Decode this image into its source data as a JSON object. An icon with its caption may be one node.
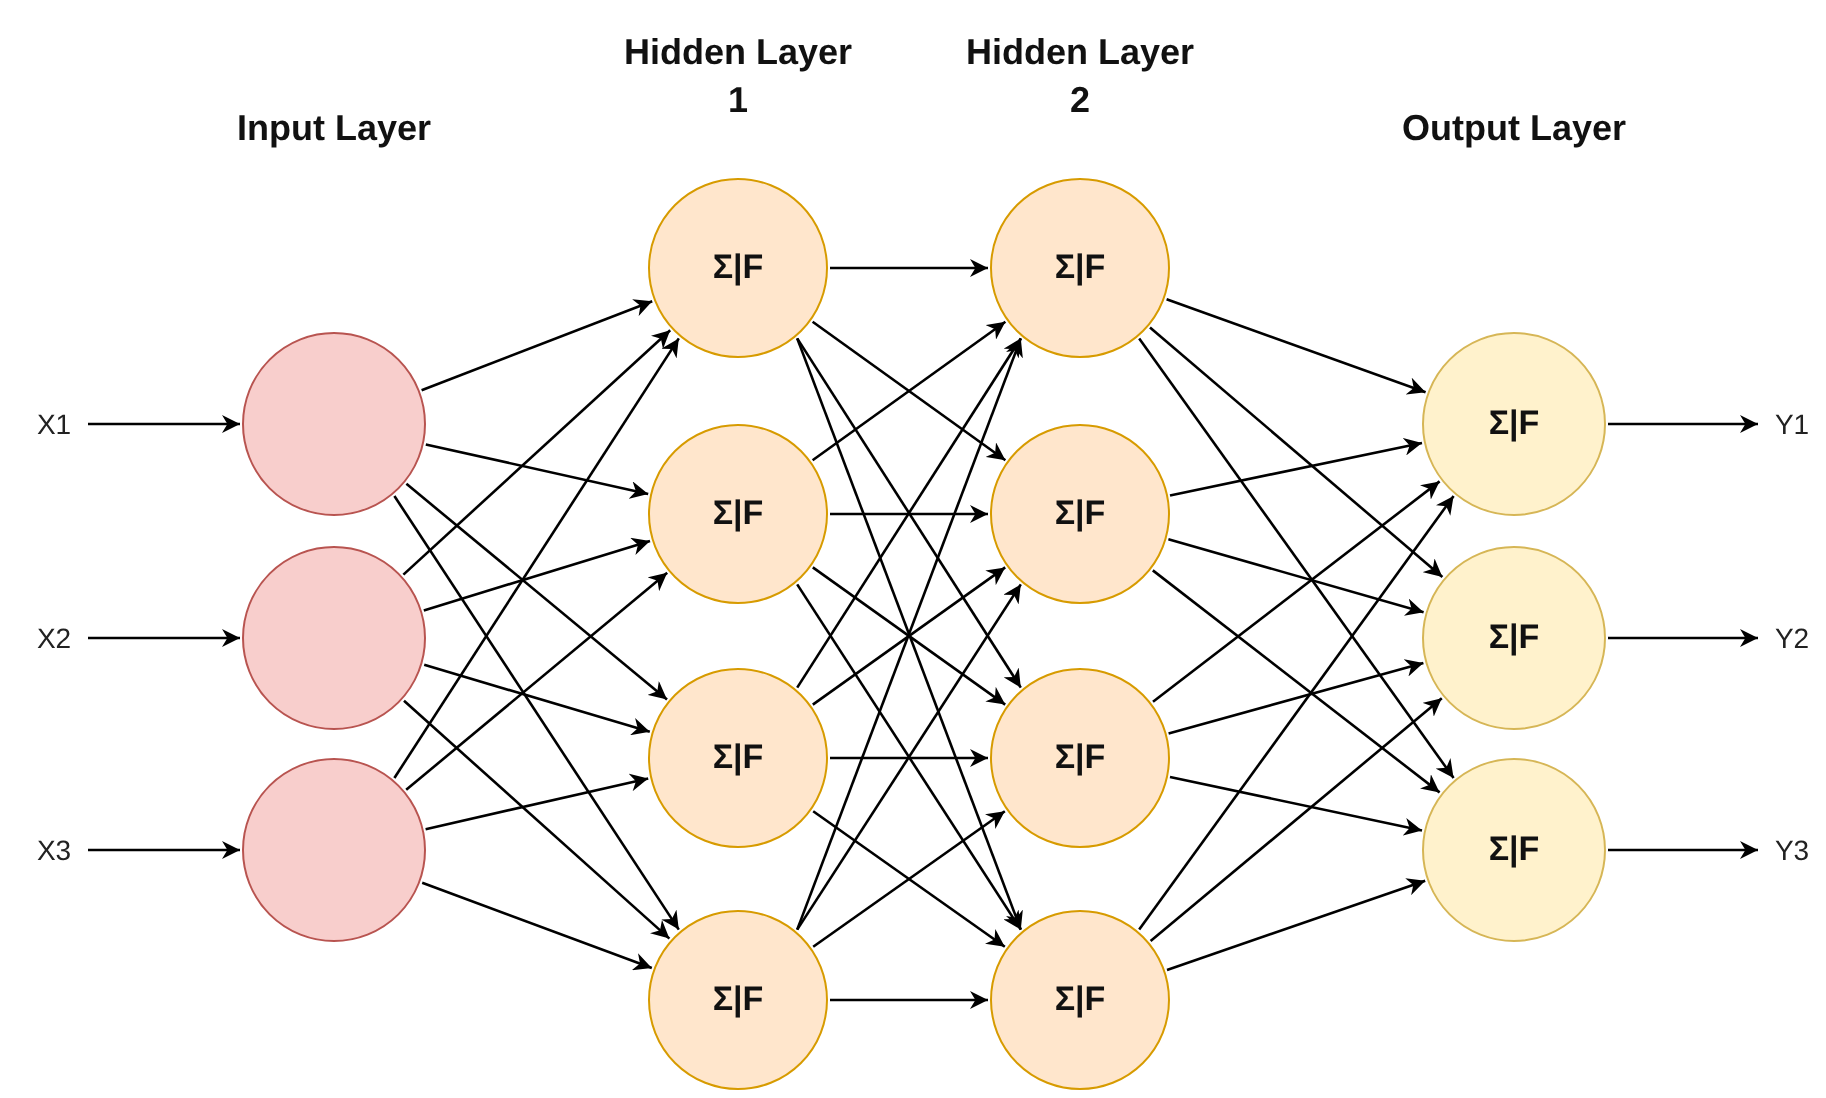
{
  "diagram": {
    "nodes": [
      {
        "text": [
          "X1"
        ]
      },
      {
        "text": [
          "X2"
        ]
      },
      {
        "text": [
          "X3"
        ]
      },
      {
        "text": [],
        "shape": "circle"
      },
      {
        "text": [],
        "shape": "circle"
      },
      {
        "text": [],
        "shape": "circle"
      },
      {
        "text": [
          "Σ|F"
        ]
      },
      {
        "text": [
          "Σ|F"
        ]
      },
      {
        "text": [
          "Σ|F"
        ]
      },
      {
        "text": [
          "Σ|F"
        ]
      },
      {
        "text": [
          "Σ|F"
        ]
      },
      {
        "text": [
          "Σ|F"
        ]
      },
      {
        "text": [
          "Σ|F"
        ]
      },
      {
        "text": [
          "Σ|F"
        ]
      },
      {
        "text": [
          "Σ|F"
        ]
      },
      {
        "text": [
          "Σ|F"
        ]
      },
      {
        "text": [
          "Σ|F"
        ]
      },
      {
        "text": [
          "Y1"
        ]
      },
      {
        "text": [
          "Y2"
        ]
      },
      {
        "text": [
          "Y3"
        ]
      }
    ],
    "edges": [
      {
        "from": 0,
        "to": 3,
        "arrow": "to"
      },
      {
        "from": 1,
        "to": 4,
        "arrow": "to"
      },
      {
        "from": 2,
        "to": 5,
        "arrow": "to"
      },
      {
        "from": 3,
        "to": 6,
        "arrow": "to"
      },
      {
        "from": 3,
        "to": 7,
        "arrow": "to"
      },
      {
        "from": 3,
        "to": 8,
        "arrow": "to"
      },
      {
        "from": 3,
        "to": 9,
        "arrow": "to"
      },
      {
        "from": 4,
        "to": 6,
        "arrow": "to"
      },
      {
        "from": 4,
        "to": 7,
        "arrow": "to"
      },
      {
        "from": 4,
        "to": 8,
        "arrow": "to"
      },
      {
        "from": 4,
        "to": 9,
        "arrow": "to"
      },
      {
        "from": 5,
        "to": 6,
        "arrow": "to"
      },
      {
        "from": 5,
        "to": 7,
        "arrow": "to"
      },
      {
        "from": 5,
        "to": 8,
        "arrow": "to"
      },
      {
        "from": 5,
        "to": 9,
        "arrow": "to"
      },
      {
        "from": 6,
        "to": 10,
        "arrow": "to"
      },
      {
        "from": 6,
        "to": 11,
        "arrow": "to"
      },
      {
        "from": 6,
        "to": 12,
        "arrow": "to"
      },
      {
        "from": 6,
        "to": 13,
        "arrow": "to"
      },
      {
        "from": 7,
        "to": 10,
        "arrow": "to"
      },
      {
        "from": 7,
        "to": 11,
        "arrow": "to"
      },
      {
        "from": 7,
        "to": 12,
        "arrow": "to"
      },
      {
        "from": 7,
        "to": 13,
        "arrow": "to"
      },
      {
        "from": 8,
        "to": 10,
        "arrow": "to"
      },
      {
        "from": 8,
        "to": 11,
        "arrow": "to"
      },
      {
        "from": 8,
        "to": 12,
        "arrow": "to"
      },
      {
        "from": 8,
        "to": 13,
        "arrow": "to"
      },
      {
        "from": 9,
        "to": 10,
        "arrow": "to"
      },
      {
        "from": 9,
        "to": 11,
        "arrow": "to"
      },
      {
        "from": 9,
        "to": 12,
        "arrow": "to"
      },
      {
        "from": 9,
        "to": 13,
        "arrow": "to"
      },
      {
        "from": 10,
        "to": 14,
        "arrow": "to"
      },
      {
        "from": 10,
        "to": 15,
        "arrow": "to"
      },
      {
        "from": 10,
        "to": 16,
        "arrow": "to"
      },
      {
        "from": 11,
        "to": 14,
        "arrow": "to"
      },
      {
        "from": 11,
        "to": 15,
        "arrow": "to"
      },
      {
        "from": 11,
        "to": 16,
        "arrow": "to"
      },
      {
        "from": 12,
        "to": 14,
        "arrow": "to"
      },
      {
        "from": 12,
        "to": 15,
        "arrow": "to"
      },
      {
        "from": 12,
        "to": 16,
        "arrow": "to"
      },
      {
        "from": 13,
        "to": 14,
        "arrow": "to"
      },
      {
        "from": 13,
        "to": 15,
        "arrow": "to"
      },
      {
        "from": 13,
        "to": 16,
        "arrow": "to"
      },
      {
        "from": 14,
        "to": 17,
        "arrow": "to"
      },
      {
        "from": 15,
        "to": 18,
        "arrow": "to"
      },
      {
        "from": 16,
        "to": 19,
        "arrow": "to"
      }
    ],
    "labels": [
      "Input Layer",
      "Hidden Layer 1",
      "Hidden Layer 2",
      "Output Layer"
    ]
  }
}
